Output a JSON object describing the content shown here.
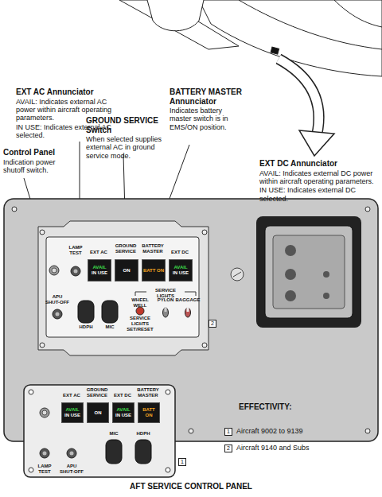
{
  "diagram": {
    "caption": "AFT SERVICE CONTROL PANEL",
    "nodes": [
      {
        "text": [
          "LAMP TEST",
          "EXT AC",
          "GROUND SERVICE",
          "BATTERY MASTER",
          "EXT DC",
          "APU SHUT-OFF",
          "HDPH",
          "MIC",
          "SERVICE LIGHTS",
          "WHEEL WELL",
          "PYLON",
          "BAGGAGE",
          "SERVICE LIGHTS SET/RESET"
        ]
      },
      {
        "text": [
          "AVAIL",
          "IN USE"
        ],
        "in": 0
      },
      {
        "text": [
          "ON"
        ],
        "in": 0
      },
      {
        "text": [
          "BATT ON"
        ],
        "in": 0
      },
      {
        "text": [
          "AVAIL",
          "IN USE"
        ],
        "in": 0
      },
      {
        "text": [
          "2"
        ]
      },
      {
        "text": [
          "EXT AC",
          "GROUND SERVICE",
          "EXT DC",
          "BATTERY MASTER",
          "LAMP TEST",
          "APU SHUT-OFF",
          "MIC",
          "HDPH"
        ]
      },
      {
        "text": [
          "AVAIL",
          "IN USE"
        ],
        "in": 6
      },
      {
        "text": [
          "ON"
        ],
        "in": 6
      },
      {
        "text": [
          "AVAIL",
          "IN USE"
        ],
        "in": 6
      },
      {
        "text": [
          "BATT ON"
        ],
        "in": 6
      },
      {
        "text": [
          "1"
        ]
      },
      {
        "text": [
          "1"
        ]
      },
      {
        "text": [
          "2"
        ]
      }
    ],
    "labels": [
      "EXT AC Annunciator",
      "AVAIL: Indicates external AC power within aircraft operating parameters.",
      "IN USE: Indicates external AC selected.",
      "GROUND SERVICE Switch",
      "When selected supplies external AC in ground service mode.",
      "BATTERY MASTER Annunciator",
      "Indicates battery master switch is in EMS/ON position.",
      "EXT DC Annunciator",
      "AVAIL: Indicates external DC power within aircraft operating parameters.",
      "IN USE: Indicates external DC selected.",
      "Control Panel",
      "Indication power shutoff switch.",
      "EFFECTIVITY:",
      "Aircraft 9002 to 9139",
      "Aircraft 9140 and Subs"
    ]
  }
}
